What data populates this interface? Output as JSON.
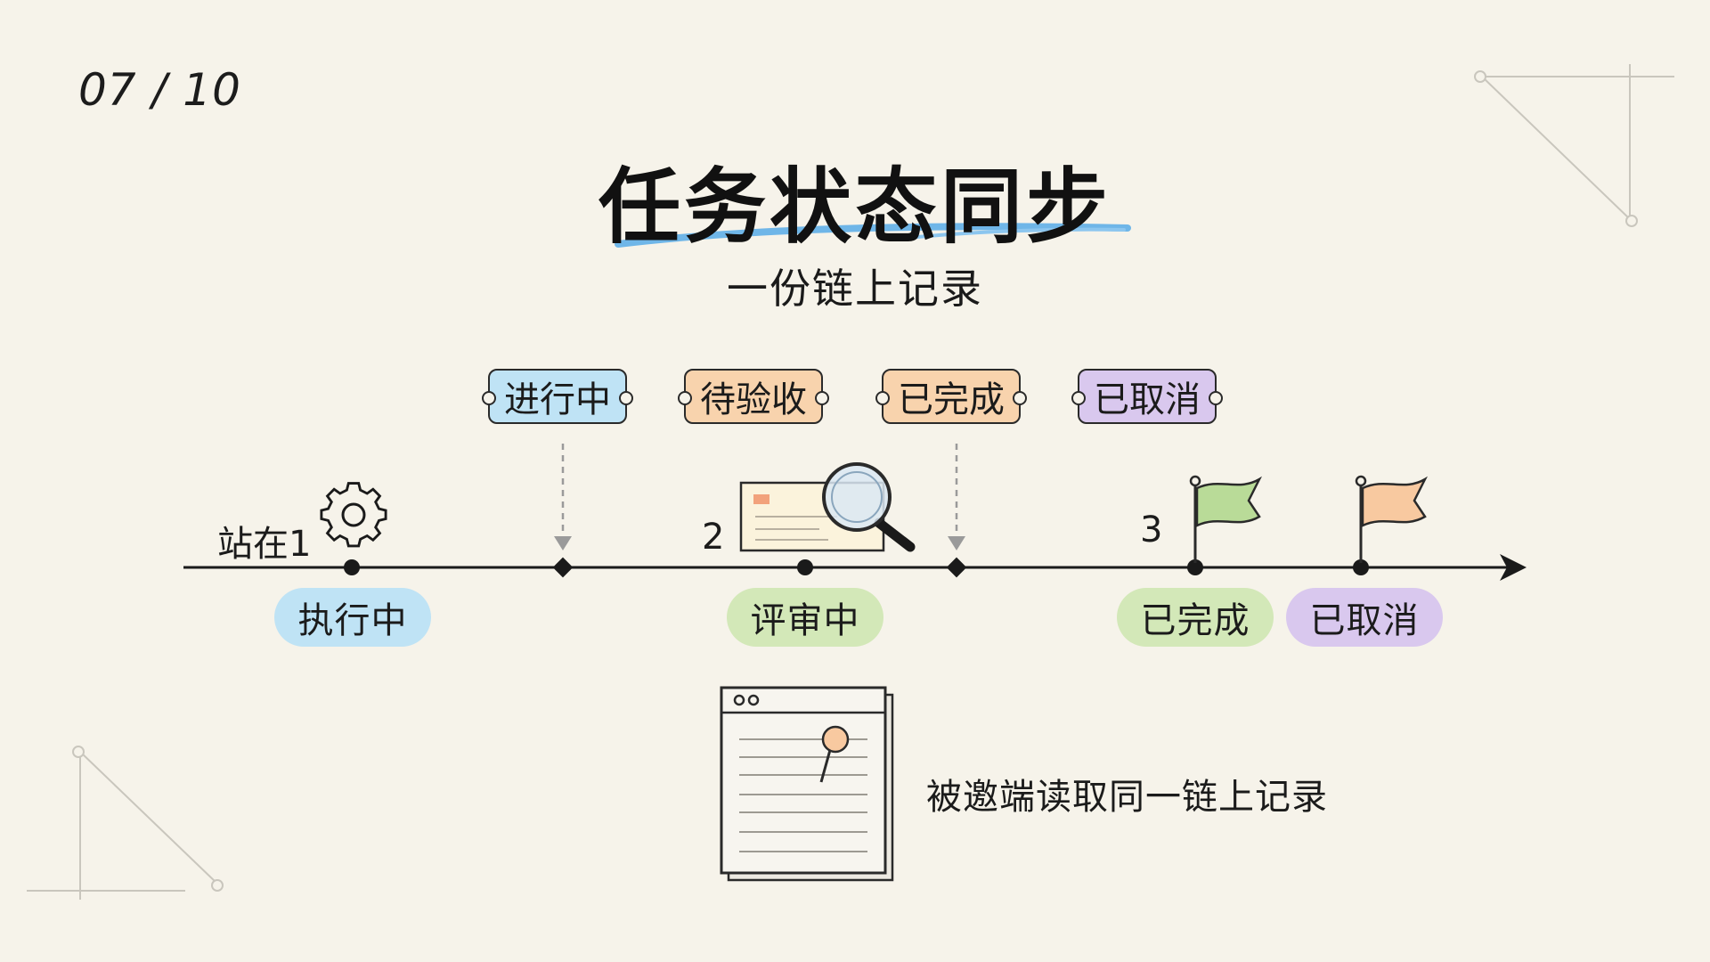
{
  "page": {
    "counter": "07 / 10"
  },
  "header": {
    "title": "任务状态同步",
    "subtitle": "一份链上记录"
  },
  "status_tags": [
    {
      "label": "进行中",
      "color": "#bfe3f5"
    },
    {
      "label": "待验收",
      "color": "#f8d3ad"
    },
    {
      "label": "已完成",
      "color": "#f8d3ad"
    },
    {
      "label": "已取消",
      "color": "#d9c8ee"
    }
  ],
  "timeline": {
    "node_labels": [
      "站在1",
      "2",
      "3"
    ],
    "states": [
      {
        "label": "执行中",
        "color": "#bfe3f5"
      },
      {
        "label": "评审中",
        "color": "#d3e8b8"
      },
      {
        "label": "已完成",
        "color": "#d3e8b8"
      },
      {
        "label": "已取消",
        "color": "#d9c8ee"
      }
    ],
    "icons": [
      "gear-icon",
      "review-card-icon",
      "magnifier-icon",
      "green-flag-icon",
      "orange-flag-icon"
    ]
  },
  "record": {
    "note": "被邀端读取同一链上记录",
    "icon": "pinned-document-icon"
  },
  "colors": {
    "background": "#f6f3ea",
    "underline": "#6fb6e8",
    "line": "#1a1a1a"
  }
}
